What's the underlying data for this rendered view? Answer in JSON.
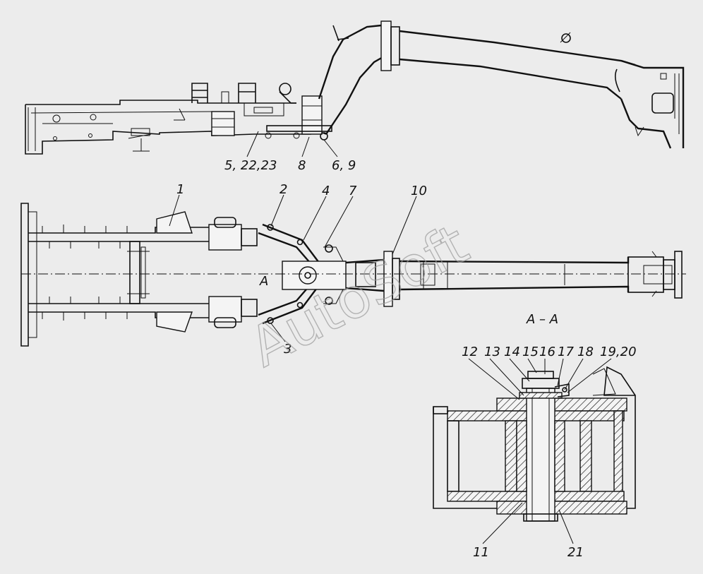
{
  "labels": {
    "side": [
      "5, 22,23",
      "8",
      "6, 9"
    ],
    "plan": [
      "1",
      "2",
      "4",
      "7",
      "10",
      "3",
      "A"
    ],
    "section_title": "A – A",
    "section_top": [
      "12",
      "13",
      "14",
      "15",
      "16",
      "17",
      "18",
      "19,20"
    ],
    "section_bottom": [
      "11",
      "21"
    ]
  },
  "watermark": "AutoSoft"
}
